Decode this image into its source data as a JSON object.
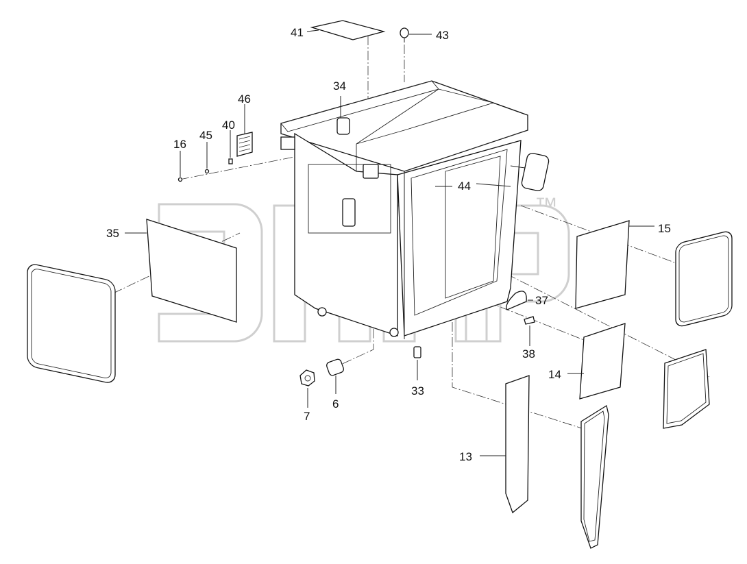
{
  "watermark": {
    "brand": "эпдр",
    "trademark": "™"
  },
  "callouts": [
    {
      "id": "c41",
      "text": "41"
    },
    {
      "id": "c43",
      "text": "43"
    },
    {
      "id": "c34",
      "text": "34"
    },
    {
      "id": "c46",
      "text": "46"
    },
    {
      "id": "c40",
      "text": "40"
    },
    {
      "id": "c45",
      "text": "45"
    },
    {
      "id": "c16",
      "text": "16"
    },
    {
      "id": "c44",
      "text": "44"
    },
    {
      "id": "c35",
      "text": "35"
    },
    {
      "id": "c15",
      "text": "15"
    },
    {
      "id": "c37",
      "text": "37"
    },
    {
      "id": "c38",
      "text": "38"
    },
    {
      "id": "c14",
      "text": "14"
    },
    {
      "id": "c33",
      "text": "33"
    },
    {
      "id": "c6",
      "text": "6"
    },
    {
      "id": "c7",
      "text": "7"
    },
    {
      "id": "c13",
      "text": "13"
    }
  ]
}
